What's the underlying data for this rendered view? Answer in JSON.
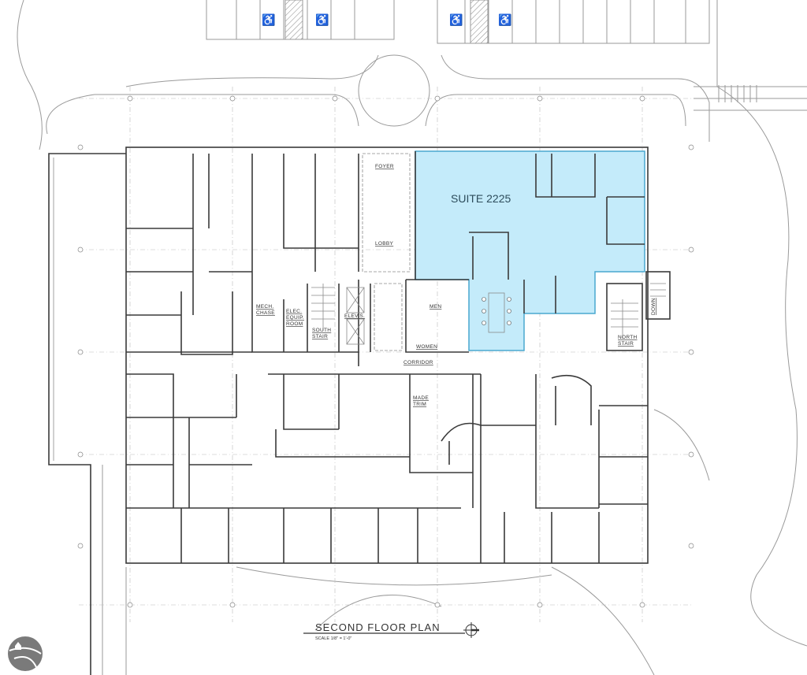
{
  "plan": {
    "title": "SECOND FLOOR PLAN",
    "scale": "SCALE 1/8\" = 1'-0\"",
    "highlight_color": "#c4ebfa",
    "highlight_border": "#4aa8cf"
  },
  "suite": {
    "label": "SUITE 2225"
  },
  "rooms": {
    "foyer": "FOYER",
    "lobby": "LOBBY",
    "men": "MEN",
    "women": "WOMEN",
    "mech_1": "MECH.",
    "mech_2": "CHASE",
    "elec_1": "ELEC.",
    "elec_2": "EQUIP.",
    "elec_3": "ROOM",
    "south_1": "SOUTH",
    "south_2": "STAIR",
    "elevs": "ELEV'S.",
    "corridor": "CORRIDOR",
    "north_1": "NORTH",
    "north_2": "STAIR",
    "made_1": "MADE",
    "made_2": "TRIM",
    "down": "DOWN"
  },
  "logo": {
    "name": "house-on-hill-logo"
  }
}
